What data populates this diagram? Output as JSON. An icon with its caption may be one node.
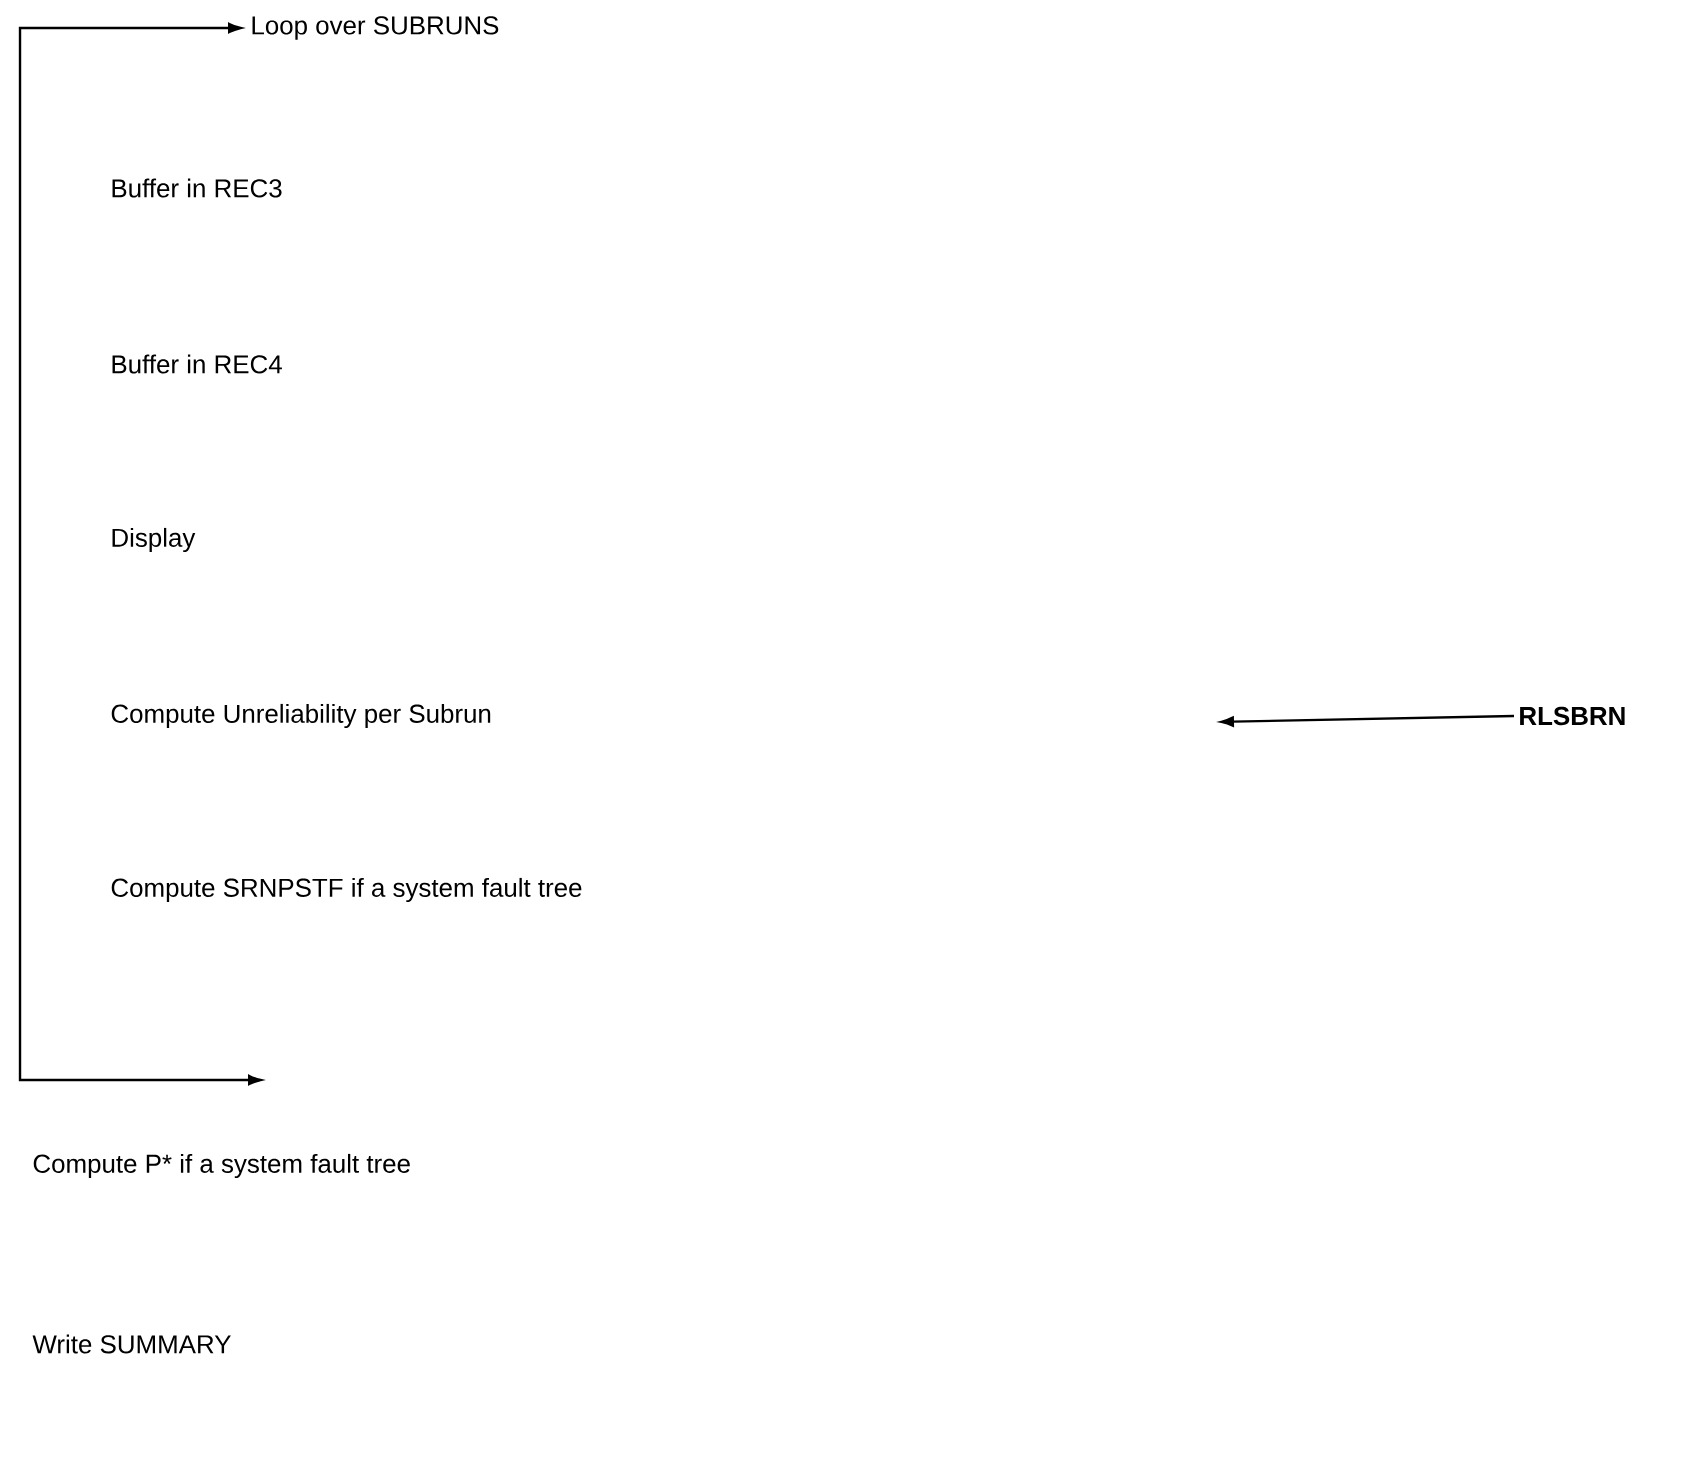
{
  "diagram": {
    "nodes": [
      {
        "text": [
          "Loop over SUBRUNS"
        ]
      },
      {
        "text": [
          "Buffer in REC3"
        ]
      },
      {
        "text": [
          "Buffer in REC4"
        ]
      },
      {
        "text": [
          "Display"
        ]
      },
      {
        "text": [
          "Compute Unreliability per Subrun"
        ]
      },
      {
        "text": [
          "Compute SRNPSTF if a system fault tree"
        ]
      },
      {
        "text": [
          "Compute P* if a system fault tree"
        ]
      },
      {
        "text": [
          "Write SUMMARY"
        ]
      },
      {
        "text": [
          "RLSBRN"
        ]
      }
    ],
    "edges": [
      {
        "from": null,
        "to": 0,
        "arrow": "both"
      },
      {
        "from": 8,
        "to": null,
        "arrow": "to"
      }
    ]
  }
}
